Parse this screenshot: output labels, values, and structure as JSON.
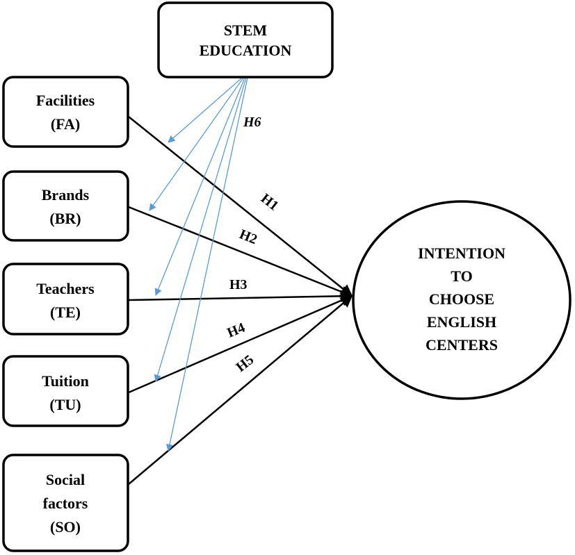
{
  "colors": {
    "moderator_arrow": "#5b9bd5",
    "main_arrow": "#000000",
    "box_border": "#000000"
  },
  "nodes": {
    "stem": {
      "line1": "STEM",
      "line2": "EDUCATION"
    },
    "fa": {
      "line1": "Facilities",
      "line2": "(FA)"
    },
    "br": {
      "line1": "Brands",
      "line2": "(BR)"
    },
    "te": {
      "line1": "Teachers",
      "line2": "(TE)"
    },
    "tu": {
      "line1": "Tuition",
      "line2": "(TU)"
    },
    "so": {
      "line1": "Social",
      "line2": "factors",
      "line3": "(SO)"
    },
    "intention": {
      "line1": "INTENTION",
      "line2": "TO",
      "line3": "CHOOSE",
      "line4": "ENGLISH",
      "line5": "CENTERS"
    }
  },
  "hypotheses": {
    "h1": "H1",
    "h2": "H2",
    "h3": "H3",
    "h4": "H4",
    "h5": "H5",
    "h6": "H6"
  }
}
